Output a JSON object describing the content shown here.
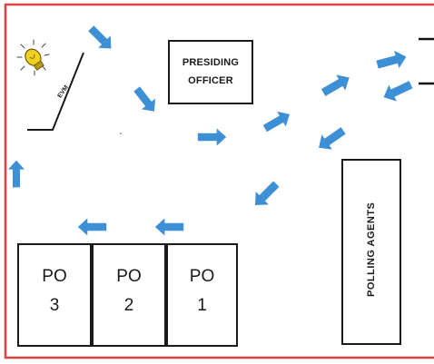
{
  "diagram": {
    "evm_label": "EVM",
    "presiding_officer": {
      "line1": "PRESIDING",
      "line2": "OFFICER"
    },
    "polling_agents_label": "POLLING AGENTS",
    "polling_officers": [
      {
        "line1": "PO",
        "line2": "1"
      },
      {
        "line1": "PO",
        "line2": "2"
      },
      {
        "line1": "PO",
        "line2": "3"
      }
    ]
  },
  "colors": {
    "border": "#d9443f",
    "arrow": "#3d8fd6",
    "box_stroke": "#1a1a1a",
    "bulb": "#f2d11c"
  }
}
